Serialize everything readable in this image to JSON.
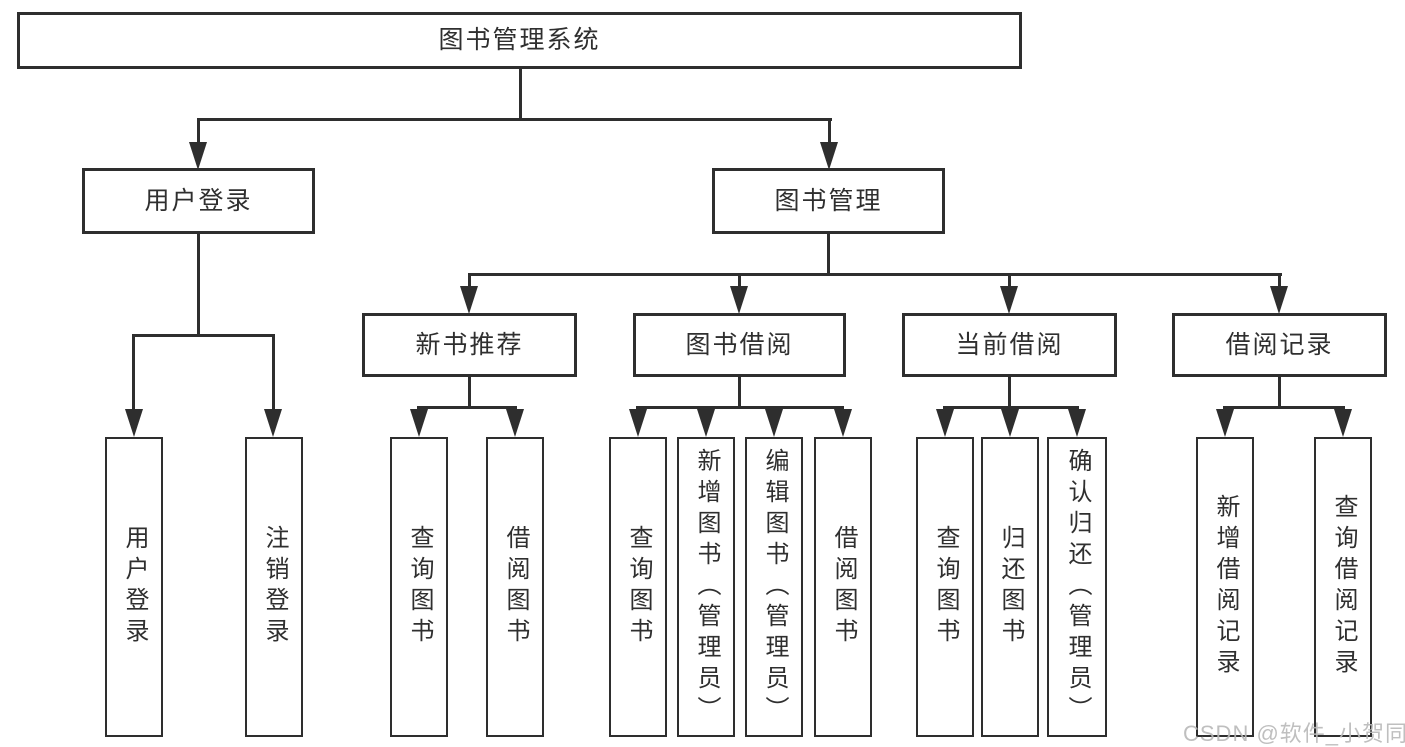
{
  "diagram": {
    "title_node": "图书管理系统",
    "nodes": {
      "root": "图书管理系统",
      "user_login": "用户登录",
      "book_management": "图书管理",
      "new_book_recommend": "新书推荐",
      "book_borrowing": "图书借阅",
      "current_borrowing": "当前借阅",
      "borrowing_records": "借阅记录",
      "leaf_user_login": "用户登录",
      "leaf_logout": "注销登录",
      "leaf_nb_query_books": "查询图书",
      "leaf_nb_borrow_books": "借阅图书",
      "leaf_bb_query_books": "查询图书",
      "leaf_bb_add_books": "新增图书（管理员）",
      "leaf_bb_edit_books": "编辑图书（管理员）",
      "leaf_bb_borrow_books": "借阅图书",
      "leaf_cb_query_books": "查询图书",
      "leaf_cb_return_books": "归还图书",
      "leaf_cb_confirm_return": "确认归还（管理员）",
      "leaf_br_add_record": "新增借阅记录",
      "leaf_br_query_record": "查询借阅记录"
    },
    "colors": {
      "line": "#2e2e2e",
      "border": "#2e2e2e",
      "text": "#2f2f2f",
      "background": "#ffffff"
    }
  },
  "watermark": {
    "text": "CSDN @软件_小贺同学",
    "color": "#b9b9b9"
  }
}
